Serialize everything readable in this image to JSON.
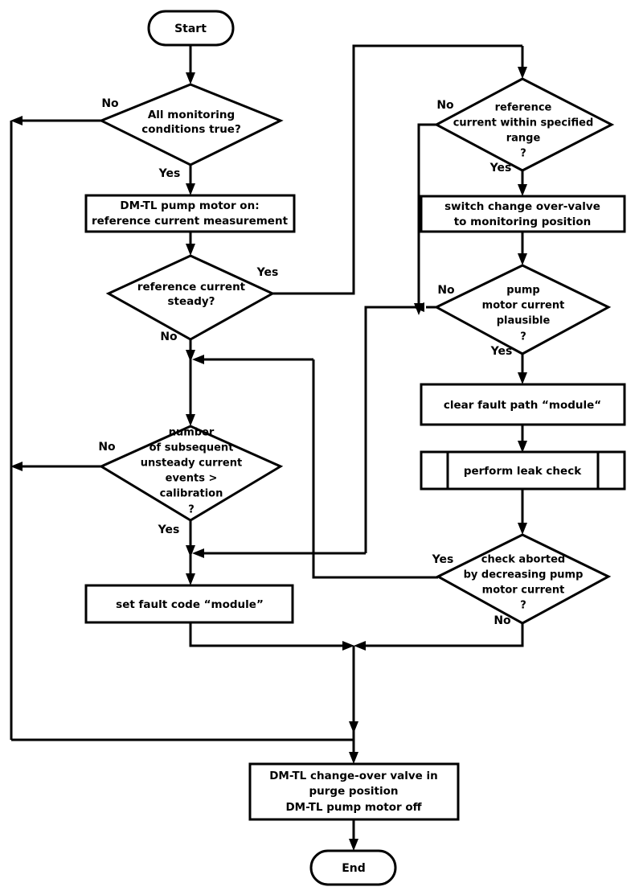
{
  "diagram": {
    "title": "DM-TL pump motor diagnostic flowchart",
    "colors": {
      "stroke": "#000000",
      "fill": "#ffffff",
      "background": "#ffffff"
    },
    "nodes": {
      "start": {
        "type": "terminator",
        "label": "Start"
      },
      "all_monitoring": {
        "type": "decision",
        "lines": [
          "All monitoring",
          "conditions true?"
        ],
        "yes": "Yes",
        "no": "No"
      },
      "pump_motor_on": {
        "type": "process",
        "lines": [
          "DM-TL pump motor on:",
          "reference current measurement"
        ]
      },
      "ref_current_steady": {
        "type": "decision",
        "lines": [
          "reference current",
          "steady?"
        ],
        "yes": "Yes",
        "no": "No"
      },
      "unsteady_events": {
        "type": "decision",
        "lines": [
          "number",
          "of subsequent",
          "unsteady current",
          "events >",
          "calibration",
          "?"
        ],
        "yes": "Yes",
        "no": "No"
      },
      "set_fault_code": {
        "type": "process",
        "lines": [
          "set fault code “module”"
        ]
      },
      "ref_current_range": {
        "type": "decision",
        "lines": [
          "reference",
          "current within specified",
          "range",
          "?"
        ],
        "yes": "Yes",
        "no": "No"
      },
      "switch_valve": {
        "type": "process",
        "lines": [
          "switch change over-valve",
          "to monitoring position"
        ]
      },
      "motor_current_plausible": {
        "type": "decision",
        "lines": [
          "pump",
          "motor current",
          "plausible",
          "?"
        ],
        "yes": "Yes",
        "no": "No"
      },
      "clear_fault_path": {
        "type": "process",
        "lines": [
          "clear fault path “module“"
        ]
      },
      "perform_leak_check": {
        "type": "predefined-process",
        "lines": [
          "perform leak check"
        ]
      },
      "check_aborted": {
        "type": "decision",
        "lines": [
          "check aborted",
          "by decreasing pump",
          "motor current",
          "?"
        ],
        "yes": "Yes",
        "no": "No"
      },
      "purge_position": {
        "type": "process",
        "lines": [
          "DM-TL change-over valve in",
          "purge position",
          "DM-TL pump motor off"
        ]
      },
      "end": {
        "type": "terminator",
        "label": "End"
      }
    }
  }
}
